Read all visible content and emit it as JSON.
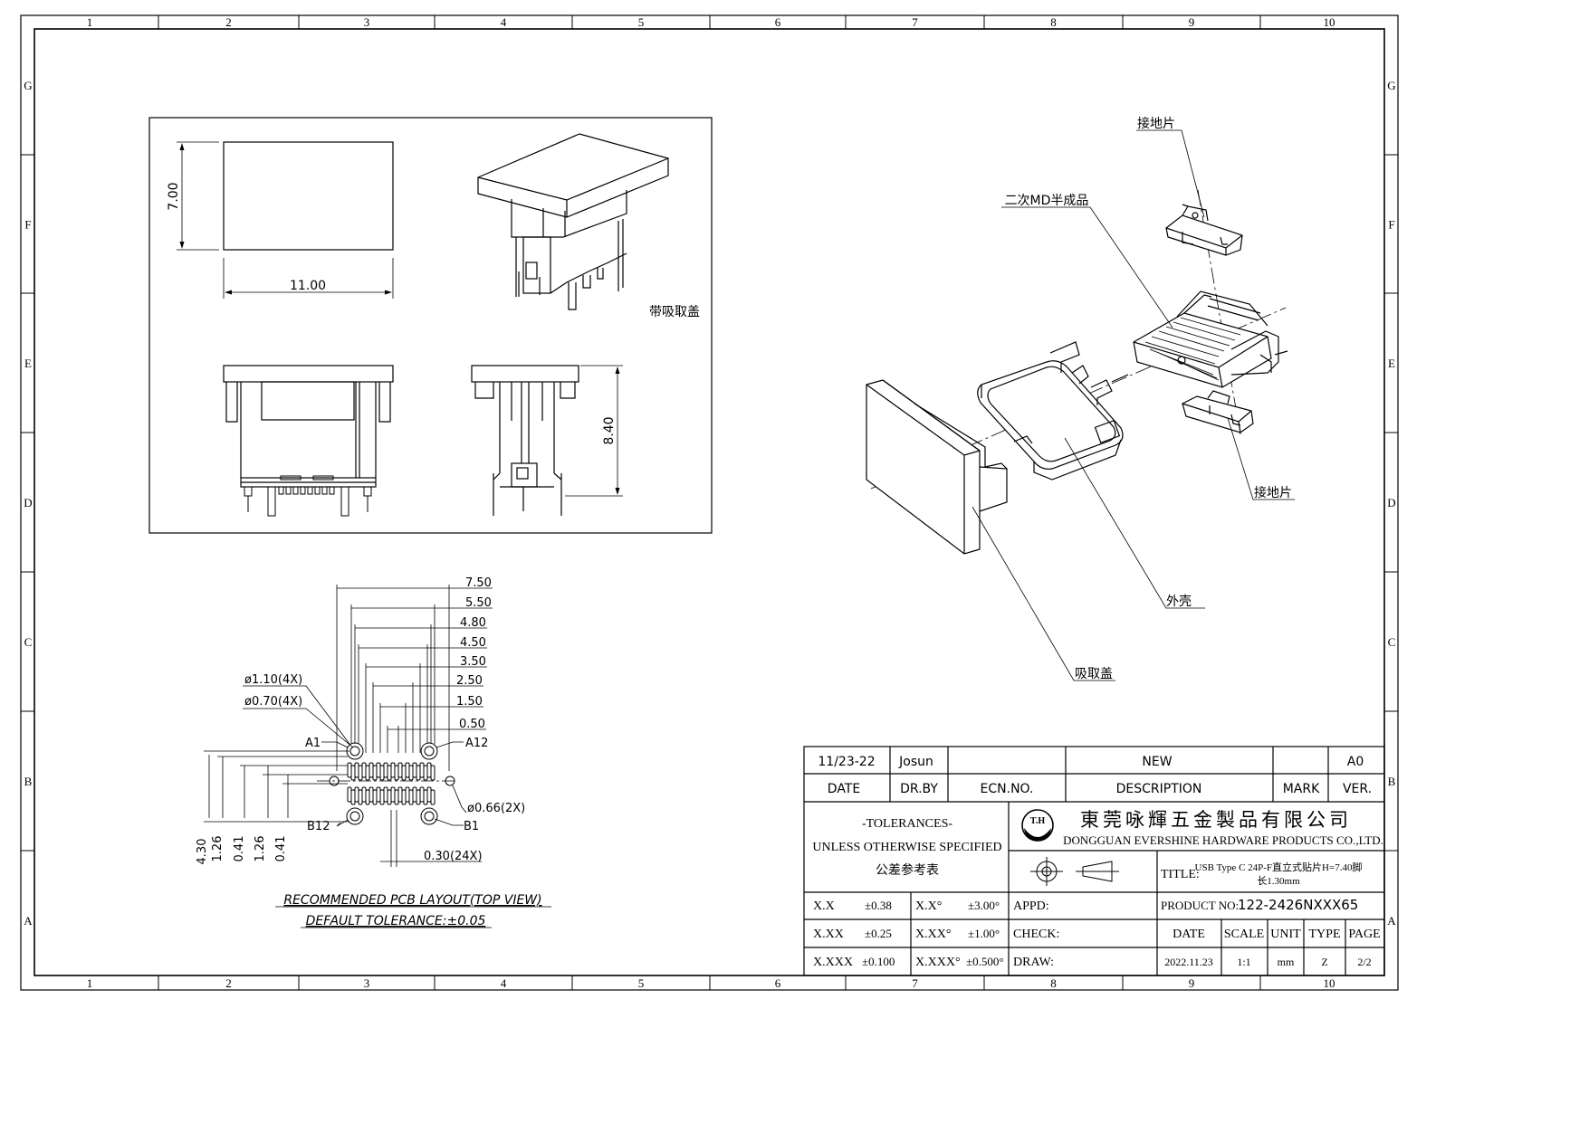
{
  "grid": {
    "columns": [
      "1",
      "2",
      "3",
      "4",
      "5",
      "6",
      "7",
      "8",
      "9",
      "10"
    ],
    "rows": [
      "G",
      "F",
      "E",
      "D",
      "C",
      "B",
      "A"
    ]
  },
  "views": {
    "top_width": "11.00",
    "top_height": "7.00",
    "side_height": "8.40",
    "cover_note": "带吸取盖"
  },
  "pcb_layout": {
    "dims": [
      "7.50",
      "5.50",
      "4.80",
      "4.50",
      "3.50",
      "2.50",
      "1.50",
      "0.50"
    ],
    "holes_large": "ø1.10(4X)",
    "holes_small": "ø0.70(4X)",
    "holes_guide": "ø0.66(2X)",
    "pad_width": "0.30(24X)",
    "pin_a1": "A1",
    "pin_a12": "A12",
    "pin_b12": "B12",
    "pin_b1": "B1",
    "vdims": [
      "4.30",
      "1.26",
      "0.41",
      "1.26",
      "0.41"
    ],
    "caption1": "RECOMMENDED  PCB  LAYOUT(TOP  VIEW)",
    "caption2": "DEFAULT  TOLERANCE:±0.05"
  },
  "exploded": {
    "ground_top": "接地片",
    "semi_product": "二次MD半成品",
    "ground_bottom": "接地片",
    "shell": "外壳",
    "cap": "吸取盖"
  },
  "title_block": {
    "rev_date": "11/23-22",
    "rev_by": "Josun",
    "rev_ecn": "",
    "rev_desc": "NEW",
    "rev_mark": "",
    "rev_ver": "A0",
    "h_date": "DATE",
    "h_drby": "DR.BY",
    "h_ecn": "ECN.NO.",
    "h_desc": "DESCRIPTION",
    "h_mark": "MARK",
    "h_ver": "VER.",
    "tol_title": "-TOLERANCES-",
    "tol_sub": "UNLESS OTHERWISE SPECIFIED",
    "tol_cn": "公差参考表",
    "logo": "T.H",
    "company_cn": "東莞咏輝五金製品有限公司",
    "company_en": "DONGGUAN EVERSHINE HARDWARE PRODUCTS CO.,LTD.",
    "title_label": "TITLE:",
    "title_line1": "USB Type C 24P-F直立式贴片H=7.40脚",
    "title_line2": "长1.30mm",
    "tol_rows": [
      [
        "X.X",
        "±0.38",
        "X.X°",
        "±3.00°"
      ],
      [
        "X.XX",
        "±0.25",
        "X.XX°",
        "±1.00°"
      ],
      [
        "X.XXX",
        "±0.100",
        "X.XXX°",
        "±0.500°"
      ]
    ],
    "appd": "APPD:",
    "check": "CHECK:",
    "draw": "DRAW:",
    "product_label": "PRODUCT NO:",
    "product_no": "122-2426NXXX65",
    "f_date": "DATE",
    "f_scale": "SCALE",
    "f_unit": "UNIT",
    "f_type": "TYPE",
    "f_page": "PAGE",
    "v_date": "2022.11.23",
    "v_scale": "1:1",
    "v_unit": "mm",
    "v_type": "Z",
    "v_page": "2/2"
  }
}
